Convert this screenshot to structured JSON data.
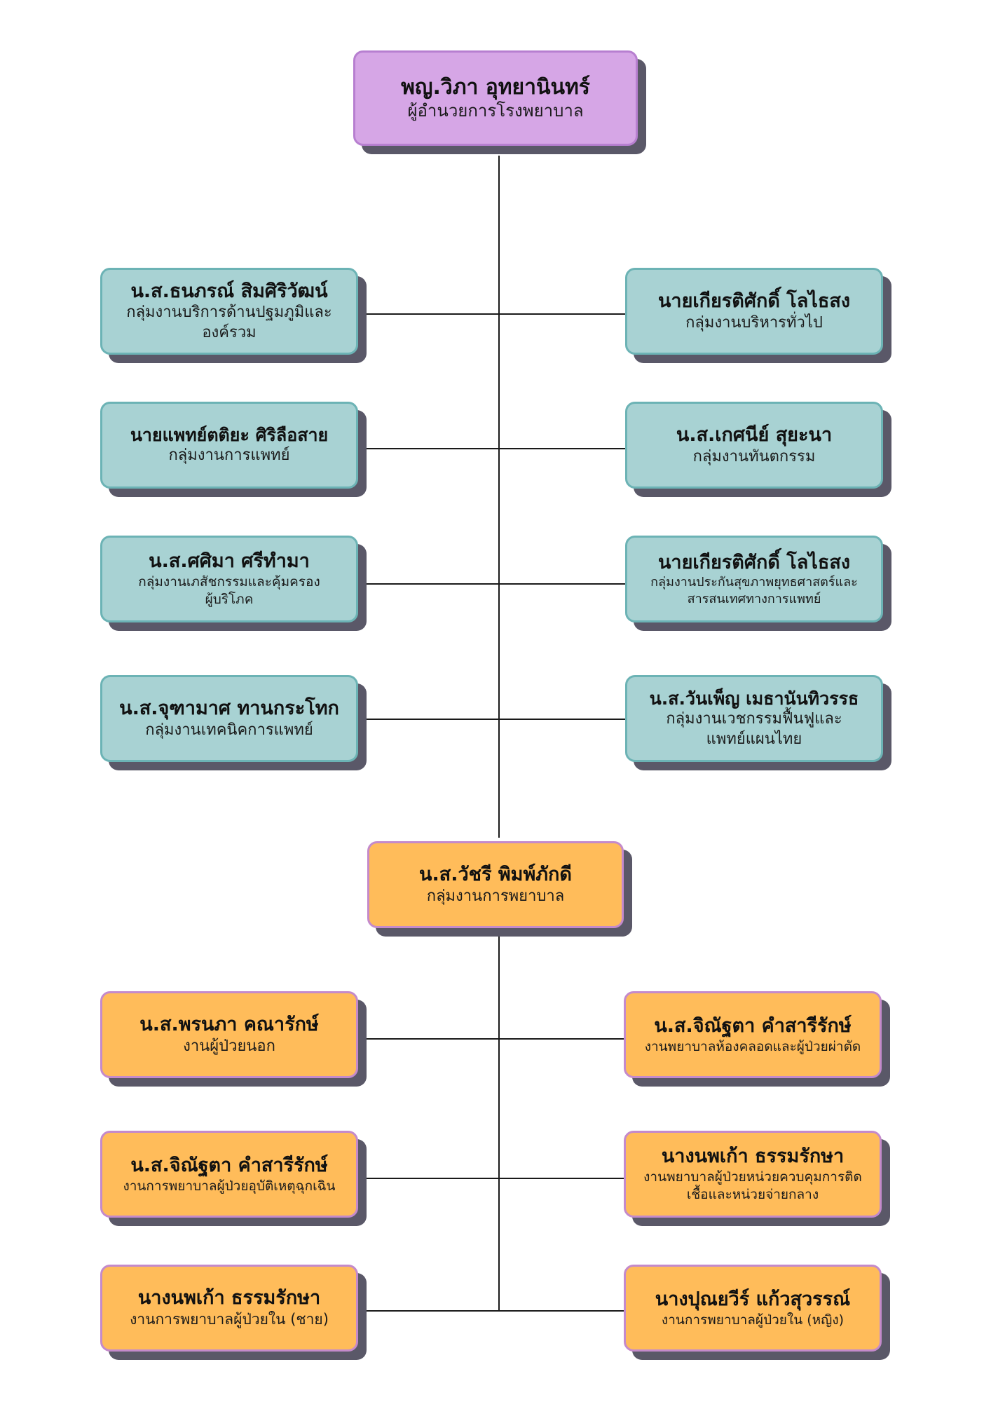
{
  "director": {
    "name": "พญ.วิภา อุทยานินทร์",
    "role": "ผู้อำนวยการโรงพยาบาล"
  },
  "admin_left": [
    {
      "name": "น.ส.ธนภรณ์ สิมศิริวัฒน์",
      "role": "กลุ่มงานบริการด้านปฐมภูมิและองค์รวม"
    },
    {
      "name": "นายแพทย์ตติยะ ศิริลือสาย",
      "role": "กลุ่มงานการแพทย์"
    },
    {
      "name": "น.ส.ศศิมา ศรีทำมา",
      "role": "กลุ่มงานเภสัชกรรมและคุ้มครองผู้บริโภค"
    },
    {
      "name": "น.ส.จุฑามาศ ทานกระโทก",
      "role": "กลุ่มงานเทคนิคการแพทย์"
    }
  ],
  "admin_right": [
    {
      "name": "นายเกียรติศักดิ์ โลไธสง",
      "role": "กลุ่มงานบริหารทั่วไป"
    },
    {
      "name": "น.ส.เกศนีย์ สุยะนา",
      "role": "กลุ่มงานทันตกรรม"
    },
    {
      "name": "นายเกียรติศักดิ์ โลไธสง",
      "role": "กลุ่มงานประกันสุขภาพยุทธศาสตร์และสารสนเทศทางการแพทย์"
    },
    {
      "name": "น.ส.วันเพ็ญ เมธานันทิวรรธ",
      "role": "กลุ่มงานเวชกรรมฟื้นฟูและแพทย์แผนไทย"
    }
  ],
  "nursing_head": {
    "name": "น.ส.วัชรี พิมพ์ภักดี",
    "role": "กลุ่มงานการพยาบาล"
  },
  "nursing_left": [
    {
      "name": "น.ส.พรนภา คณารักษ์",
      "role": "งานผู้ป่วยนอก"
    },
    {
      "name": "น.ส.จิณัฐตา คำสารีรักษ์",
      "role": "งานการพยาบาลผู้ป่วยอุบัติเหตุฉุกเฉิน"
    },
    {
      "name": "นางนพเก้า ธรรมรักษา",
      "role": "งานการพยาบาลผู้ป่วยใน (ชาย)"
    }
  ],
  "nursing_right": [
    {
      "name": "น.ส.จิณัฐตา คำสารีรักษ์",
      "role": "งานพยาบาลห้องคลอดและผู้ป่วยผ่าตัด"
    },
    {
      "name": "นางนพเก้า ธรรมรักษา",
      "role": "งานพยาบาลผู้ป่วยหน่วยควบคุมการติดเชื้อและหน่วยจ่ายกลาง"
    },
    {
      "name": "นางปุณยวีร์ แก้วสุวรรณ์",
      "role": "งานการพยาบาลผู้ป่วยใน (หญิง)"
    }
  ],
  "colors": {
    "director_fill": "#d6a6e6",
    "admin_fill": "#a8d2d3",
    "nursing_fill": "#ffbc5a",
    "shadow": "#5a5868"
  }
}
